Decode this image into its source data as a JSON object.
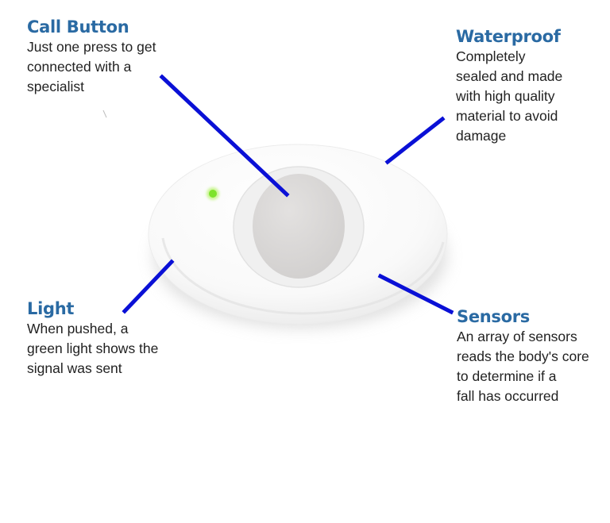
{
  "colors": {
    "heading": "#2a6aa3",
    "leader_line": "#0a10d6",
    "device_body": "#ffffff",
    "button_face": "#d9d7d6",
    "indicator_light": "#7ee32c"
  },
  "device": {
    "button": "call-button",
    "light": "green-indicator-light"
  },
  "callouts": {
    "call_button": {
      "title": "Call Button",
      "lines": [
        "Just one press to get",
        "connected with a",
        "specialist"
      ]
    },
    "waterproof": {
      "title": "Waterproof",
      "lines": [
        "Completely",
        "sealed and made",
        "with high quality",
        "material to avoid",
        "damage"
      ]
    },
    "light": {
      "title": "Light",
      "lines": [
        "When pushed, a",
        "green light shows the",
        "signal was sent"
      ]
    },
    "sensors": {
      "title": "Sensors",
      "lines": [
        "An array of sensors",
        "reads the body's core",
        "to determine if a",
        "fall has occurred"
      ]
    }
  }
}
